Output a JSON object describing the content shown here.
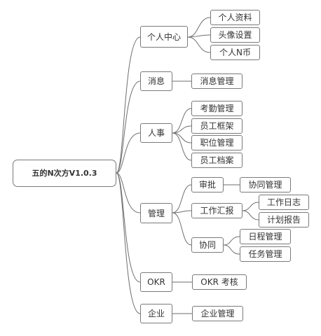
{
  "root": "五的N次方V1.0.3",
  "branches": [
    {
      "label": "个人中心",
      "children": [
        "个人资料",
        "头像设置",
        "个人N币"
      ]
    },
    {
      "label": "消息",
      "children": [
        "消息管理"
      ]
    },
    {
      "label": "人事",
      "children": [
        "考勤管理",
        "员工框架",
        "职位管理",
        "员工档案"
      ]
    },
    {
      "label": "管理",
      "children": [
        {
          "label": "审批",
          "children": [
            "协同管理"
          ]
        },
        {
          "label": "工作汇报",
          "children": [
            "工作日志",
            "计划报告"
          ]
        },
        {
          "label": "协同",
          "children": [
            "日程管理",
            "任务管理"
          ]
        }
      ]
    },
    {
      "label": "OKR",
      "children": [
        "OKR 考核"
      ]
    },
    {
      "label": "企业",
      "children": [
        "企业管理"
      ]
    }
  ]
}
